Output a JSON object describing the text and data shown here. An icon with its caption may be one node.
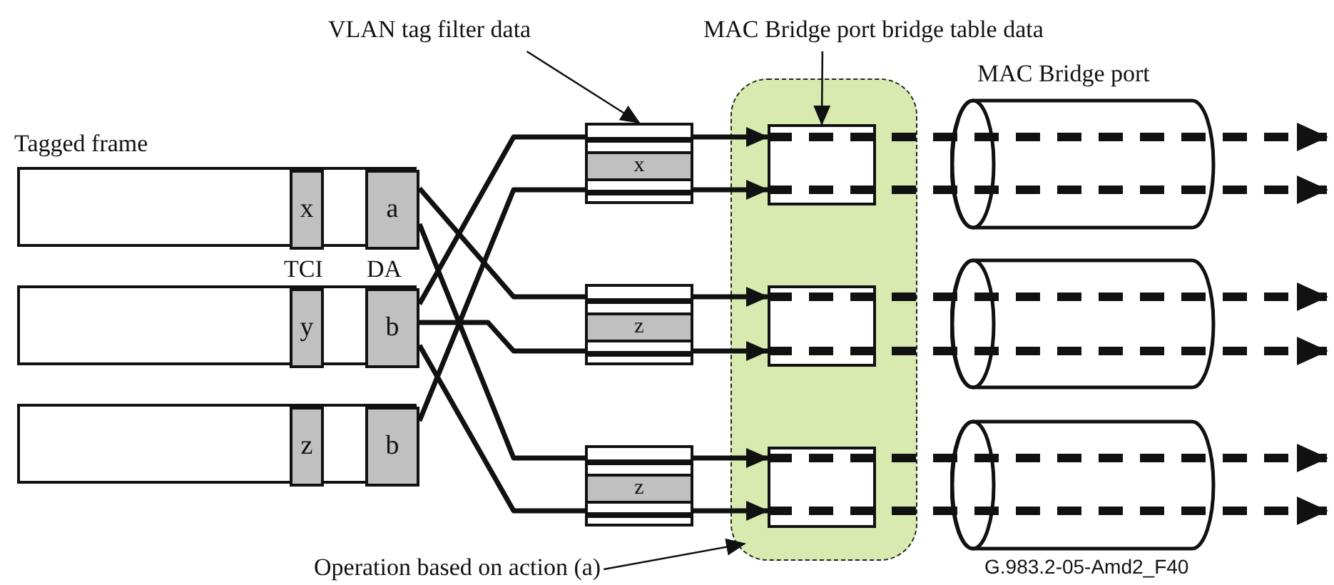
{
  "diagram": {
    "nodes": [
      {
        "text": [],
        "shape": "box"
      },
      {
        "text": [
          "x"
        ],
        "in": 0
      },
      {
        "text": [
          "a"
        ],
        "in": 0
      },
      {
        "text": [],
        "shape": "box"
      },
      {
        "text": [
          "y"
        ],
        "in": 3
      },
      {
        "text": [
          "b"
        ],
        "in": 3
      },
      {
        "text": [],
        "shape": "box"
      },
      {
        "text": [
          "z"
        ],
        "in": 6
      },
      {
        "text": [
          "b"
        ],
        "in": 6
      },
      {
        "text": [
          "x"
        ]
      },
      {
        "text": [
          "z"
        ]
      },
      {
        "text": [
          "z"
        ]
      },
      {
        "text": [],
        "shape": "box"
      },
      {
        "text": [],
        "shape": "box",
        "in": 12
      },
      {
        "text": [],
        "shape": "box",
        "in": 12
      },
      {
        "text": [],
        "shape": "box",
        "in": 12
      },
      {
        "text": [],
        "shape": "cylinder",
        "beside": [
          "MAC Bridge port"
        ]
      },
      {
        "text": [],
        "shape": "cylinder"
      },
      {
        "text": [],
        "shape": "cylinder"
      },
      {
        "text": [
          "VLAN tag filter data"
        ]
      },
      {
        "text": [
          "MAC Bridge port bridge table data"
        ]
      },
      {
        "text": [
          "Operation based on action (a)"
        ]
      }
    ],
    "edges": [
      {
        "from": 2,
        "to": 10,
        "arrow": "none"
      },
      {
        "from": 10,
        "to": 14,
        "arrow": "to"
      },
      {
        "from": 2,
        "to": 11,
        "arrow": "none"
      },
      {
        "from": 11,
        "to": 15,
        "arrow": "to"
      },
      {
        "from": 5,
        "to": 9,
        "arrow": "none"
      },
      {
        "from": 9,
        "to": 13,
        "arrow": "to"
      },
      {
        "from": 5,
        "to": 10,
        "arrow": "none"
      },
      {
        "from": 10,
        "to": 14,
        "arrow": "to"
      },
      {
        "from": 5,
        "to": 11,
        "arrow": "none"
      },
      {
        "from": 11,
        "to": 15,
        "arrow": "to"
      },
      {
        "from": 8,
        "to": 9,
        "arrow": "none"
      },
      {
        "from": 9,
        "to": 13,
        "arrow": "to"
      },
      {
        "from": 13,
        "to": null,
        "arrow": "to",
        "style": "dashed"
      },
      {
        "from": 13,
        "to": null,
        "arrow": "to",
        "style": "dashed"
      },
      {
        "from": 14,
        "to": null,
        "arrow": "to",
        "style": "dashed"
      },
      {
        "from": 14,
        "to": null,
        "arrow": "to",
        "style": "dashed"
      },
      {
        "from": 15,
        "to": null,
        "arrow": "to",
        "style": "dashed"
      },
      {
        "from": 15,
        "to": null,
        "arrow": "to",
        "style": "dashed"
      },
      {
        "from": 19,
        "to": 9,
        "arrow": "to"
      },
      {
        "from": 20,
        "to": 13,
        "arrow": "to"
      },
      {
        "from": 21,
        "to": 12,
        "arrow": "to"
      }
    ],
    "labels": [
      "Tagged frame",
      "TCI",
      "DA",
      "G.983.2-05-Amd2_F40"
    ]
  }
}
